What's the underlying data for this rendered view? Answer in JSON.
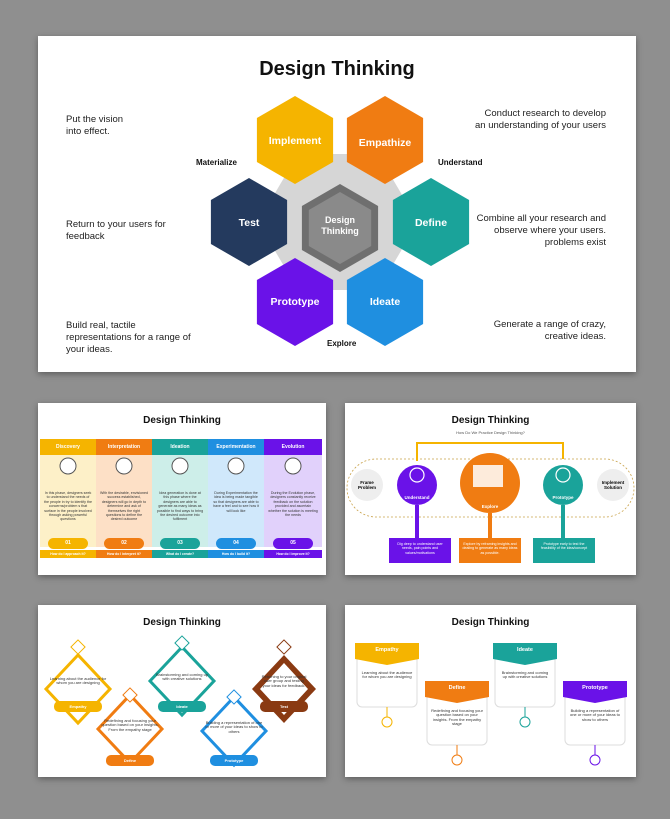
{
  "main": {
    "title": "Design Thinking",
    "center": [
      "Design",
      "Thinking"
    ],
    "hexes": {
      "implement": "Implement",
      "empathize": "Empathize",
      "define": "Define",
      "ideate": "Ideate",
      "prototype": "Prototype",
      "test": "Test"
    },
    "connectors": {
      "materialize": "Materialize",
      "understand": "Understand",
      "explore": "Explore"
    },
    "notes": {
      "top_left": [
        "Put the vision",
        "into effect."
      ],
      "mid_left": [
        "Return to your users for",
        "feedback"
      ],
      "bottom_left": [
        "Build real, tactile",
        "representations for a range of",
        "your ideas."
      ],
      "top_right": [
        "Conduct research to develop",
        "an understanding of your users"
      ],
      "mid_right": [
        "Combine all your research and",
        "observe where your users.",
        "problems exist"
      ],
      "bottom_right": [
        "Generate a range of crazy,",
        "creative ideas."
      ]
    },
    "colors": {
      "implement": "#f5b400",
      "empathize": "#f07c12",
      "define": "#1aa39a",
      "ideate": "#1f8fe0",
      "prototype": "#6a12e8",
      "test": "#243a5e",
      "center": "#8a8a8a"
    }
  },
  "slide_a": {
    "title": "Design Thinking",
    "columns": [
      {
        "head": "Discovery",
        "num": "01",
        "question": "How do I approach it?",
        "color": "#f5b400",
        "text": "In this phase, designers seek to understand the needs of the people in try to identify the concerns/problem s that surface in the people involved through asking powerful questions"
      },
      {
        "head": "Interpretation",
        "num": "02",
        "question": "How do I interpret it?",
        "color": "#f07c12",
        "text": "With the desirable, envisioned success established, designers will go in depth to determine and ask of themselves the right questions to define the desired outcome"
      },
      {
        "head": "Ideation",
        "num": "03",
        "question": "What do I create?",
        "color": "#1aa39a",
        "text": "Idea generation is done at this phase where the designers are able to generate as many ideas as possible to find ways to bring the desired outcome into fulfilment"
      },
      {
        "head": "Experimentation",
        "num": "04",
        "question": "How do I build it?",
        "color": "#1f8fe0",
        "text": "During Experimentation the idea is being made tangible so that designers are able to have a feel and to see how it will look like"
      },
      {
        "head": "Evolution",
        "num": "05",
        "question": "How do I improve it?",
        "color": "#6a12e8",
        "text": "During the Evolution phase, designers constantly receive feedback on the solution provided and ascertain whether the solution is meeting the needs"
      }
    ]
  },
  "slide_b": {
    "title": "Design Thinking",
    "subtitle": "How Do We Practice Design Thinking?",
    "frame": [
      "Frame",
      "Problem"
    ],
    "implement": [
      "Implement",
      "Solution"
    ],
    "understand": "Understand",
    "explore": "Explore",
    "prototype": "Prototype",
    "understand_note": "Dig deep to understand user needs, pain points and values/motivations",
    "explore_note": "Explore by reframing insights and dealing to generate as many ideas as possible.",
    "prototype_note": "Prototype early to test the feasibility of the idea/concept"
  },
  "slide_c": {
    "title": "Design Thinking",
    "items": [
      {
        "label": "Empathy",
        "text": "Learning about the audience for whom you are designing",
        "color": "#f5b400"
      },
      {
        "label": "Define",
        "text": "Redefining and focusing your question based on your insights. From the empathy stage",
        "color": "#f07c12"
      },
      {
        "label": "Ideate",
        "text": "Brainstorming and coming up with creative solutions",
        "color": "#1aa39a"
      },
      {
        "label": "Prototype",
        "text": "Building a representation of one or more of your ideas to show to others",
        "color": "#1f8fe0"
      },
      {
        "label": "Test",
        "text": "Returning to your original user group and testing your ideas for feedback.",
        "color": "#8a3a12"
      }
    ]
  },
  "slide_d": {
    "title": "Design Thinking",
    "cards": [
      {
        "label": "Empathy",
        "text": "Learning about the audience for whom you are designing",
        "color": "#f5b400"
      },
      {
        "label": "Define",
        "text": "Redefining and focusing your question based on your insights. From the empathy stage",
        "color": "#f07c12"
      },
      {
        "label": "Ideate",
        "text": "Brainstorming and coming up with creative solutions",
        "color": "#1aa39a"
      },
      {
        "label": "Prototype",
        "text": "Building a representation of one or more of your ideas to show to others",
        "color": "#6a12e8"
      }
    ]
  }
}
